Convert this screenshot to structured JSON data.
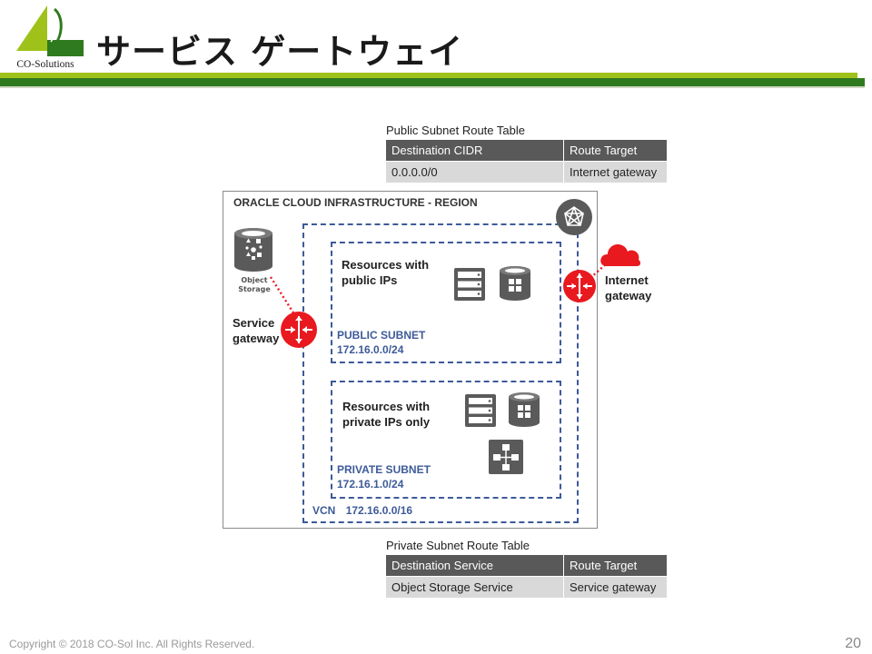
{
  "header": {
    "logo_text": "CO-Solutions",
    "title": "サービス ゲートウェイ",
    "colors": {
      "bar_light": "#9fc21b",
      "bar_dark": "#2f7a1e"
    }
  },
  "public_route_table": {
    "caption": "Public Subnet Route Table",
    "headers": [
      "Destination CIDR",
      "Route Target"
    ],
    "rows": [
      [
        "0.0.0.0/0",
        "Internet gateway"
      ]
    ]
  },
  "private_route_table": {
    "caption": "Private Subnet Route Table",
    "headers": [
      "Destination Service",
      "Route Target"
    ],
    "rows": [
      [
        "Object Storage Service",
        "Service gateway"
      ]
    ]
  },
  "diagram": {
    "region_label": "ORACLE CLOUD INFRASTRUCTURE - REGION",
    "object_storage": {
      "line1": "Object",
      "line2": "Storage",
      "icon": "object-storage-icon"
    },
    "service_gateway": {
      "line1": "Service",
      "line2": "gateway",
      "icon": "router-icon"
    },
    "internet_gateway": {
      "line1": "Internet",
      "line2": "gateway",
      "icon": "cloud-icon"
    },
    "public_subnet": {
      "resources_line1": "Resources with",
      "resources_line2": "public IPs",
      "name": "PUBLIC SUBNET",
      "cidr": "172.16.0.0/24"
    },
    "private_subnet": {
      "resources_line1": "Resources with",
      "resources_line2": "private IPs only",
      "name": "PRIVATE SUBNET",
      "cidr": "172.16.1.0/24"
    },
    "vcn": {
      "label": "VCN",
      "cidr": "172.16.0.0/16"
    },
    "colors": {
      "gateway_red": "#e8191f",
      "subnet_blue": "#3d5a99",
      "icon_gray": "#5a5a5a"
    }
  },
  "footer": {
    "copyright": "Copyright © 2018 CO-Sol Inc. All Rights Reserved.",
    "page_number": "20"
  }
}
